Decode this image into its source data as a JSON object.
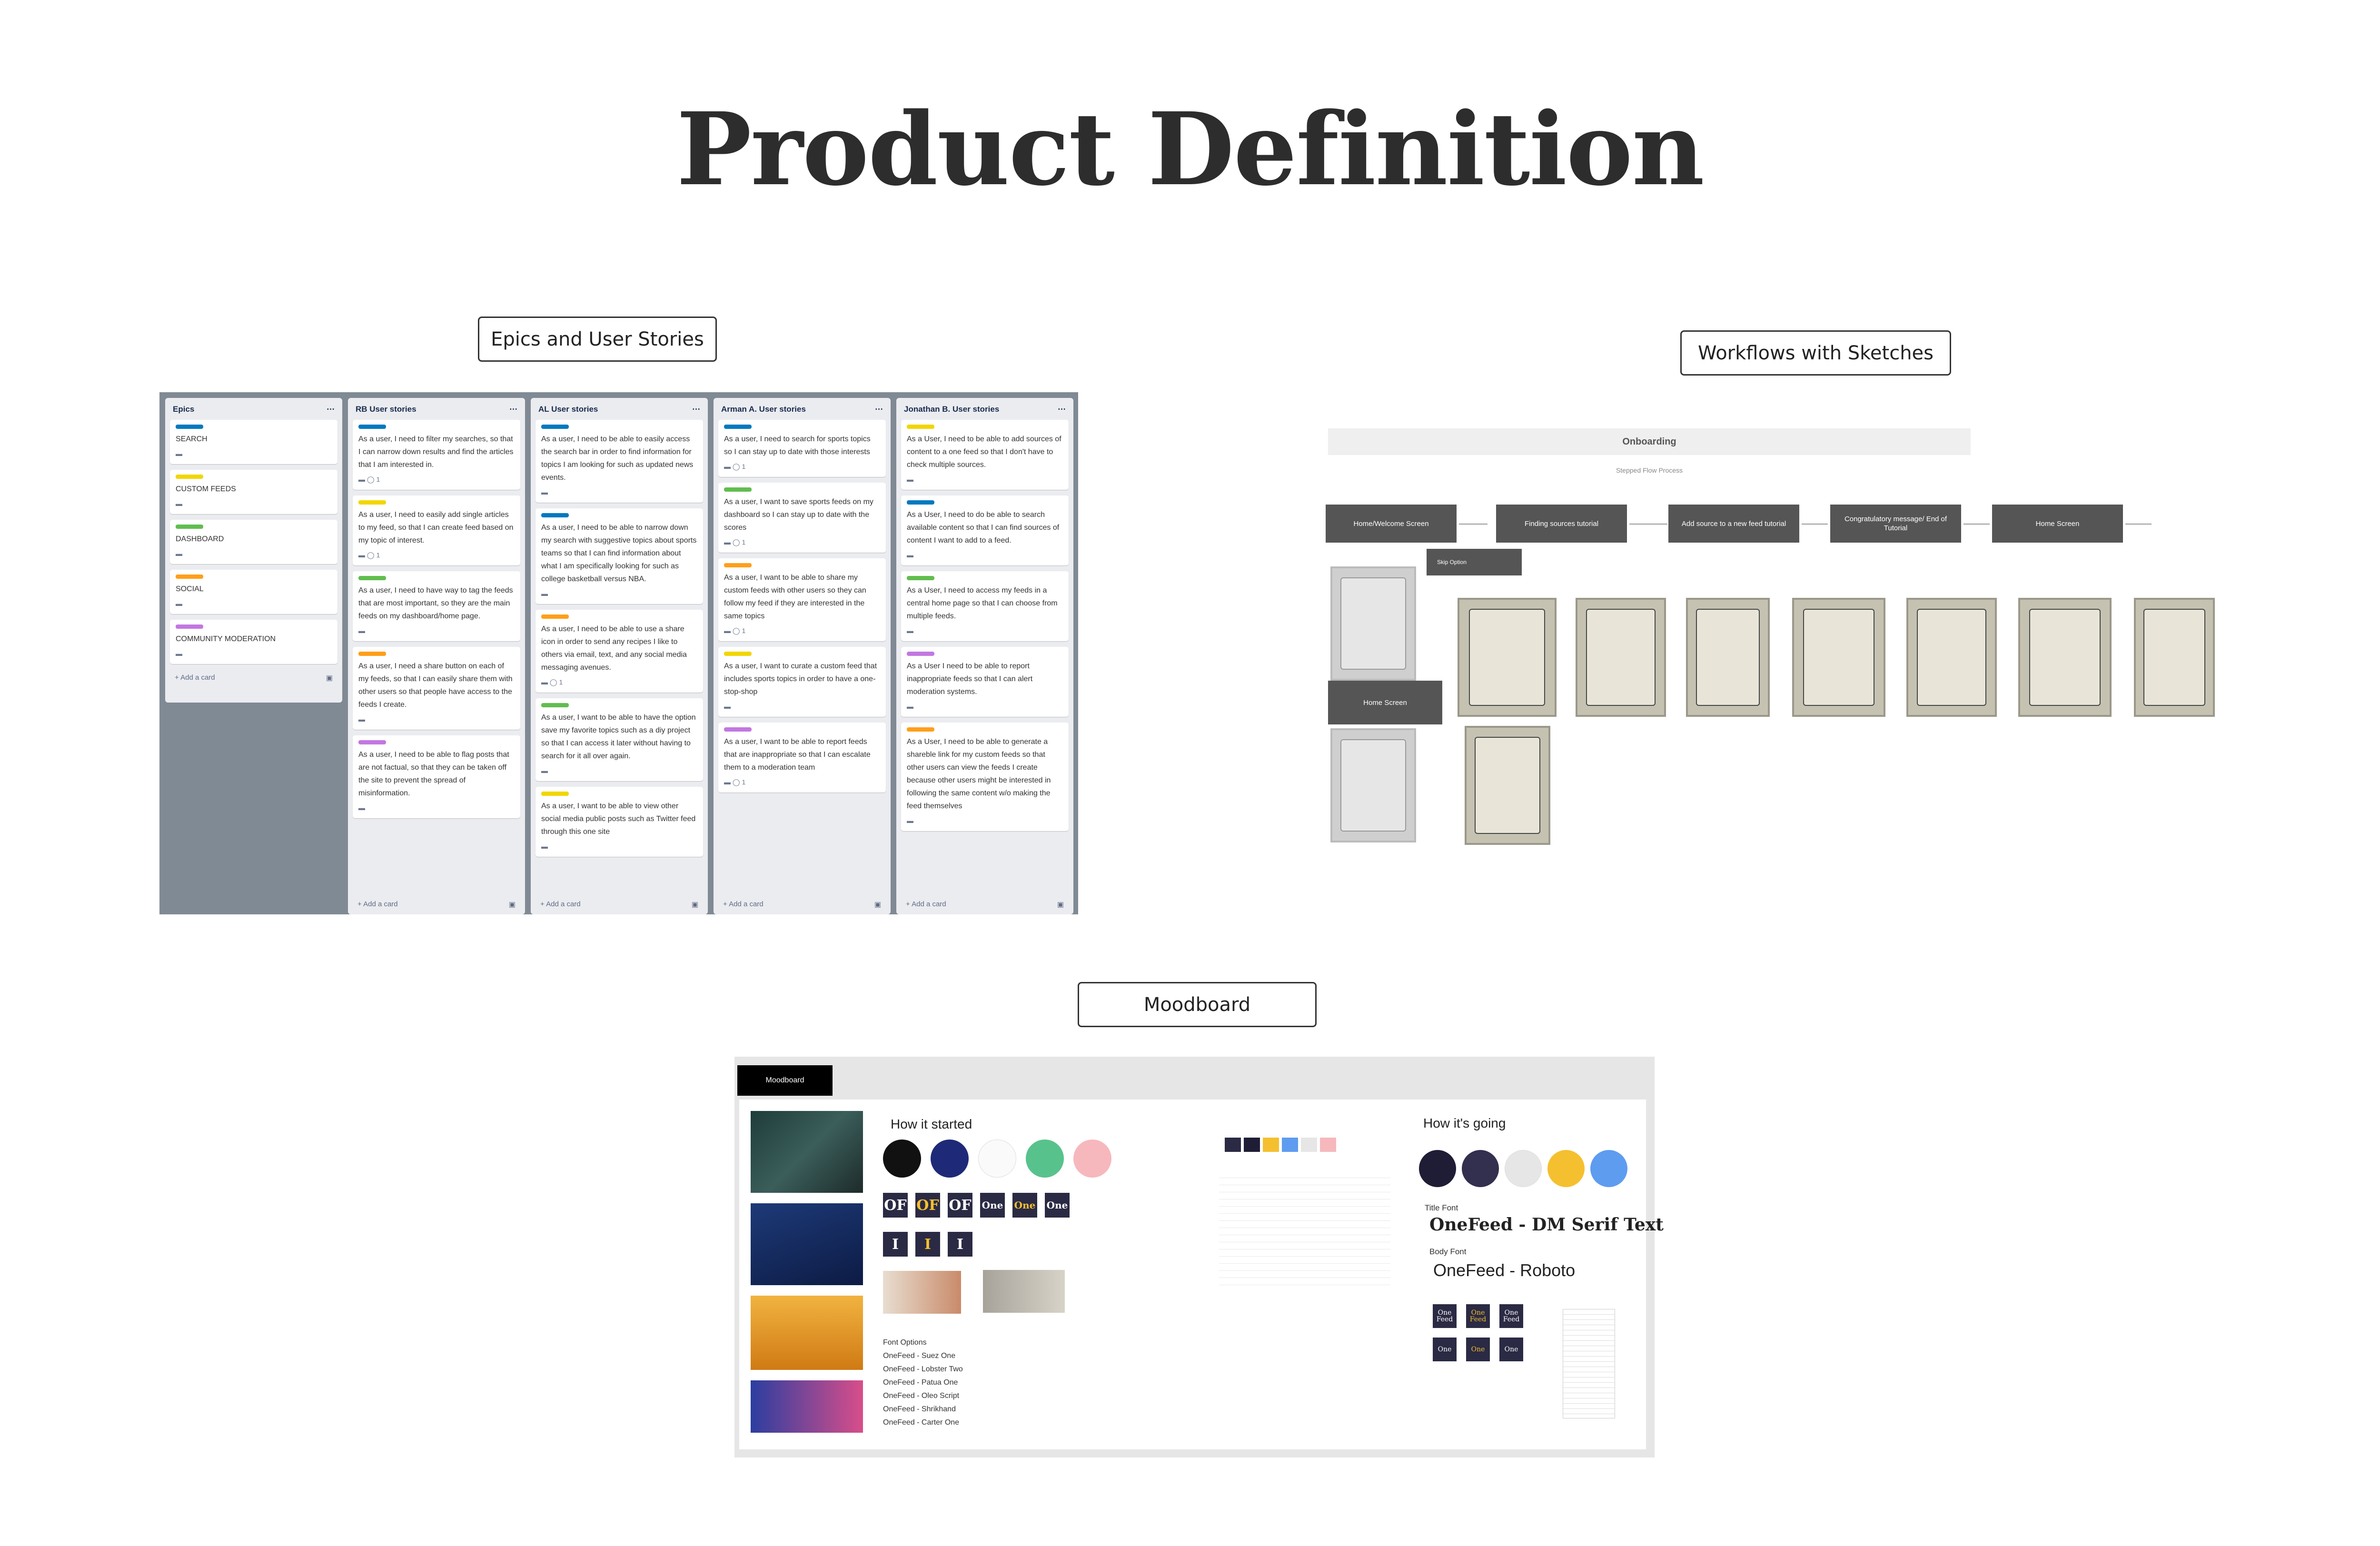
{
  "page": {
    "title": "Product Definition"
  },
  "sections": {
    "epics_label": "Epics and User Stories",
    "workflows_label": "Workflows with Sketches",
    "moodboard_label": "Moodboard"
  },
  "board": {
    "add_card": "+ Add a card",
    "menu_icon": "ellipsis-icon",
    "columns": [
      {
        "title": "Epics",
        "cards": [
          {
            "label_color": "#0079bf",
            "text": "SEARCH"
          },
          {
            "label_color": "#f2d600",
            "text": "CUSTOM FEEDS"
          },
          {
            "label_color": "#61bd4f",
            "text": "DASHBOARD"
          },
          {
            "label_color": "#ff9f1a",
            "text": "SOCIAL"
          },
          {
            "label_color": "#c377e0",
            "text": "COMMUNITY MODERATION"
          }
        ]
      },
      {
        "title": "RB User stories",
        "cards": [
          {
            "label_color": "#0079bf",
            "text": "As a user, I need to filter my searches, so that I can narrow down results and find the articles that I am interested in.",
            "count": "1"
          },
          {
            "label_color": "#f2d600",
            "text": "As a user, I need to easily add single articles to my feed, so that I can create feed based on my topic of interest.",
            "count": "1"
          },
          {
            "label_color": "#61bd4f",
            "text": "As a user, I need to have way to tag the feeds that are most important, so they are the main feeds on my dashboard/home page."
          },
          {
            "label_color": "#ff9f1a",
            "text": "As a user, I need a share button on each of my feeds, so that I can easily share them with other users so that people have access to the feeds I create."
          },
          {
            "label_color": "#c377e0",
            "text": "As a user, I need to be able to flag posts that are not factual, so that they can be taken off the site to prevent the spread of misinformation."
          }
        ]
      },
      {
        "title": "AL User stories",
        "cards": [
          {
            "label_color": "#0079bf",
            "text": "As a user, I need to be able to easily access the search bar in order to find information for topics I am looking for such as updated news events."
          },
          {
            "label_color": "#0079bf",
            "text": "As a user, I need to be able to narrow down my search with suggestive topics about sports teams so that I can find information about what I am specifically looking for such as college basketball versus NBA."
          },
          {
            "label_color": "#ff9f1a",
            "text": "As a user, I need to be able to use a share icon in order to send any recipes I like to others via email, text, and any social media messaging avenues.",
            "count": "1"
          },
          {
            "label_color": "#61bd4f",
            "text": "As a user, I want to be able to have the option save my favorite topics such as a diy project so that I can access it later without having to search for it all over again."
          },
          {
            "label_color": "#f2d600",
            "text": "As a user, I want to be able to view other social media public posts such as Twitter feed through this one site"
          }
        ]
      },
      {
        "title": "Arman A. User stories",
        "cards": [
          {
            "label_color": "#0079bf",
            "text": "As a user, I need to search for sports topics so I can stay up to date with those interests",
            "count": "1"
          },
          {
            "label_color": "#61bd4f",
            "text": "As a user, I want to save sports feeds on my dashboard so I can stay up to date with the scores",
            "count": "1"
          },
          {
            "label_color": "#ff9f1a",
            "text": "As a user, I want to be able to share my custom feeds with other users so they can follow my feed if they are interested in the same topics",
            "count": "1"
          },
          {
            "label_color": "#f2d600",
            "text": "As a user, I want to curate a custom feed that includes sports topics in order to have a one-stop-shop"
          },
          {
            "label_color": "#c377e0",
            "text": "As a user, I want to be able to report feeds that are inappropriate so that I can escalate them to a moderation team",
            "count": "1"
          }
        ]
      },
      {
        "title": "Jonathan B. User stories",
        "cards": [
          {
            "label_color": "#f2d600",
            "text": "As a User, I need to be able to add sources of content to a one feed so that I don't have to check multiple sources."
          },
          {
            "label_color": "#0079bf",
            "text": "As a User, I need to do be able to search available content so that I can find sources of content I want to add to a feed."
          },
          {
            "label_color": "#61bd4f",
            "text": "As a User, I need to access my feeds in a central home page so that I can choose from multiple feeds."
          },
          {
            "label_color": "#c377e0",
            "text": "As a User I need to be able to report inappropriate feeds so that I can alert moderation systems."
          },
          {
            "label_color": "#ff9f1a",
            "text": "As a User, I need to be able to generate a shareble link for my custom feeds so that other users can view the feeds I create because other users might be interested in following the same content w/o making the feed themselves"
          }
        ]
      }
    ]
  },
  "workflow": {
    "header": "Onboarding",
    "subheader": "Stepped Flow Process",
    "steps": [
      "Home/Welcome Screen",
      "Finding sources tutorial",
      "Add source to a new feed tutorial",
      "Congratulatory message/ End of Tutorial",
      "Home Screen"
    ],
    "skip": "Skip Option",
    "home": "Home Screen"
  },
  "moodboard": {
    "title": "Moodboard",
    "started": {
      "heading": "How it started",
      "colors": [
        "#111111",
        "#1e2a78",
        "#fafafa",
        "#58c28c",
        "#f6b8bd"
      ],
      "tile_text": [
        "OF",
        "OF",
        "OF",
        "One",
        "One",
        "One",
        "I",
        "I",
        "I"
      ],
      "font_options_title": "Font Options",
      "font_options": [
        "OneFeed  - Suez One",
        "OneFeed - Lobster Two",
        "OneFeed - Patua One",
        "OneFeed - Oleo Script",
        "OneFeed - Shrikhand",
        "OneFeed - Carter One"
      ]
    },
    "going": {
      "heading": "How it's going",
      "colors": [
        "#1f1d36",
        "#332f4f",
        "#e6e6e6",
        "#f5c02f",
        "#5e9cf0"
      ],
      "title_font_label": "Title Font",
      "title_font": "OneFeed - DM Serif Text",
      "body_font_label": "Body Font",
      "body_font": "OneFeed - Roboto",
      "logo_text": [
        "One Feed",
        "One Feed",
        "One Feed",
        "One",
        "One",
        "One"
      ]
    },
    "swatches": [
      "#2b2a44",
      "#1f1d36",
      "#f5c02f",
      "#5e9cf0",
      "#e6e6e6",
      "#f6b8bd"
    ]
  }
}
